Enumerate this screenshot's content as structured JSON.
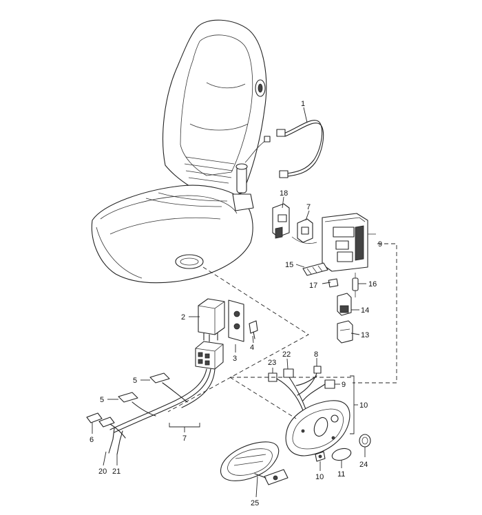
{
  "callouts": {
    "c1": "1",
    "c2": "2",
    "c3": "3",
    "c4": "4",
    "c5a": "5",
    "c5b": "5",
    "c6": "6",
    "c7a": "7",
    "c7b": "7",
    "c8": "8",
    "c9a": "9",
    "c9b": "9",
    "c10a": "10",
    "c10b": "10",
    "c11": "11",
    "c13": "13",
    "c14": "14",
    "c15": "15",
    "c16": "16",
    "c17": "17",
    "c18": "18",
    "c20": "20",
    "c21": "21",
    "c22": "22",
    "c23": "23",
    "c24": "24",
    "c25": "25"
  }
}
